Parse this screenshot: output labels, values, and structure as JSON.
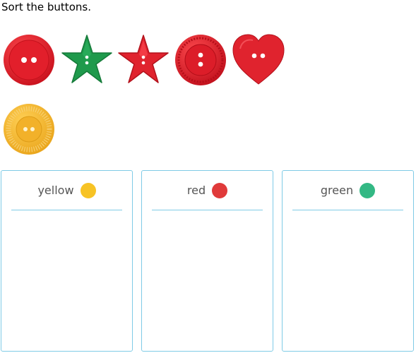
{
  "instructions": "Sort the buttons.",
  "buttons": [
    {
      "shape": "round-two-hole",
      "color": "red"
    },
    {
      "shape": "star",
      "color": "green"
    },
    {
      "shape": "star",
      "color": "red"
    },
    {
      "shape": "round-ridged-two-hole",
      "color": "red"
    },
    {
      "shape": "heart",
      "color": "red"
    },
    {
      "shape": "round-sunburst-two-hole",
      "color": "yellow"
    }
  ],
  "bins": [
    {
      "label": "yellow",
      "color": "#f7c325"
    },
    {
      "label": "red",
      "color": "#e03a3a"
    },
    {
      "label": "green",
      "color": "#33b884"
    }
  ],
  "colors": {
    "border": "#7fcbe6",
    "button_red": "#e0232e",
    "button_green": "#1f9a4c",
    "button_yellow": "#f4b52a"
  }
}
